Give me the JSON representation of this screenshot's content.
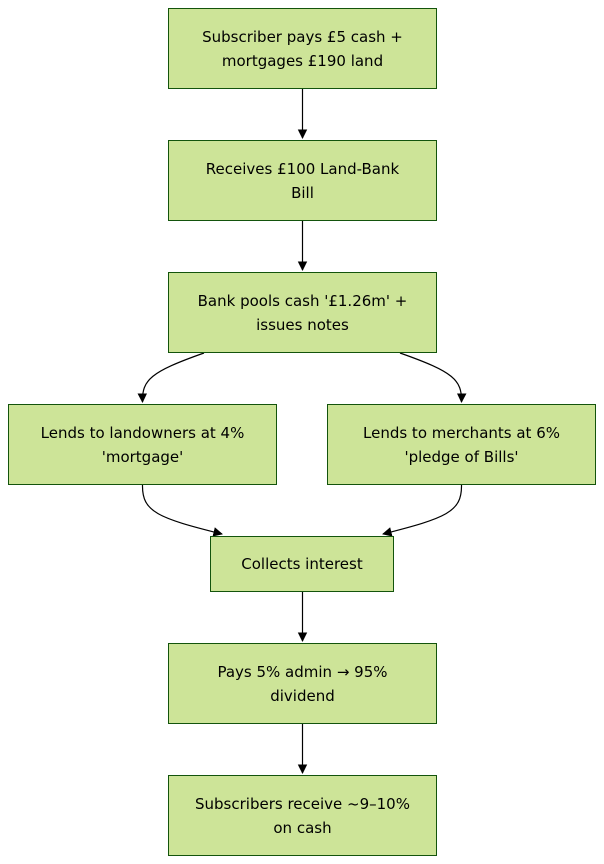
{
  "diagram": {
    "colors": {
      "node_fill": "#cde498",
      "node_border": "#13540c",
      "edge": "#000000"
    },
    "nodes": [
      {
        "id": "node-1",
        "label": "Subscriber pays £5 cash +\nmortgages £190 land"
      },
      {
        "id": "node-2",
        "label": "Receives £100 Land-Bank\nBill"
      },
      {
        "id": "node-3",
        "label": "Bank pools cash '£1.26m' +\nissues notes"
      },
      {
        "id": "node-4",
        "label": "Lends to landowners at 4%\n'mortgage'"
      },
      {
        "id": "node-5",
        "label": "Lends to merchants at 6%\n'pledge of Bills'"
      },
      {
        "id": "node-6",
        "label": "Collects interest"
      },
      {
        "id": "node-7",
        "label": "Pays 5% admin → 95%\ndividend"
      },
      {
        "id": "node-8",
        "label": "Subscribers receive ~9–10%\non cash"
      }
    ],
    "edges": [
      {
        "from": "node-1",
        "to": "node-2"
      },
      {
        "from": "node-2",
        "to": "node-3"
      },
      {
        "from": "node-3",
        "to": "node-4"
      },
      {
        "from": "node-3",
        "to": "node-5"
      },
      {
        "from": "node-4",
        "to": "node-6"
      },
      {
        "from": "node-5",
        "to": "node-6"
      },
      {
        "from": "node-6",
        "to": "node-7"
      },
      {
        "from": "node-7",
        "to": "node-8"
      }
    ]
  }
}
